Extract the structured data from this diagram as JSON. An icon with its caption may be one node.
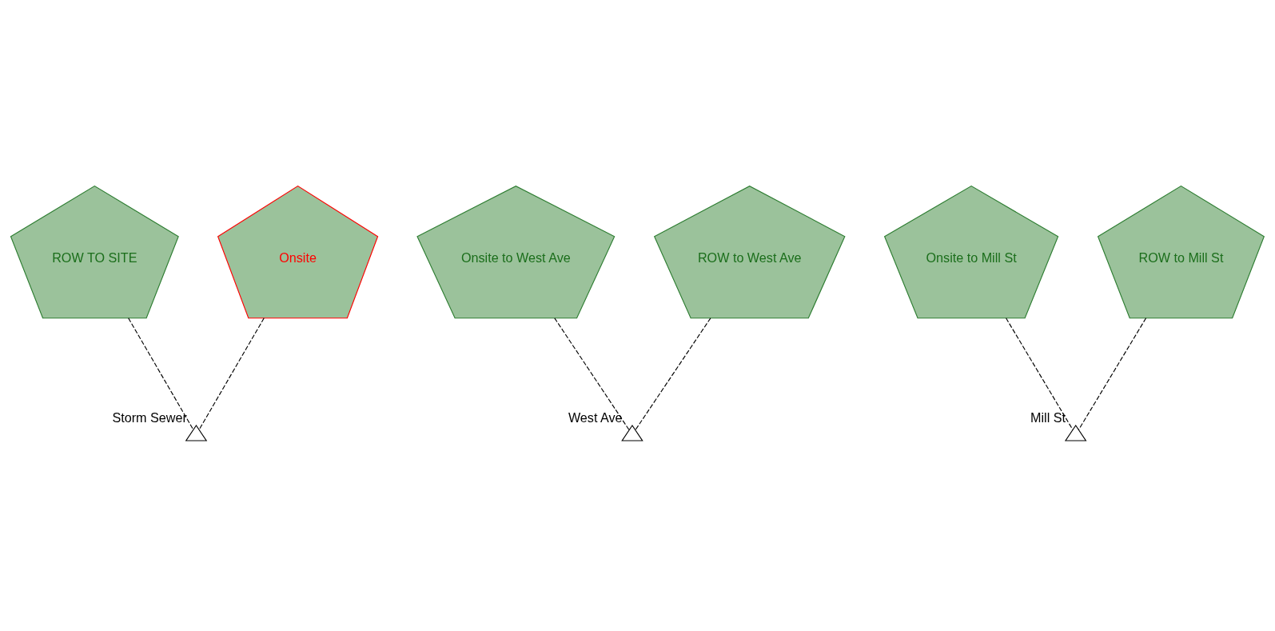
{
  "diagram": {
    "nodes": [
      {
        "text": [
          "ROW TO SITE"
        ]
      },
      {
        "text": [
          "Onsite"
        ]
      },
      {
        "text": [
          "Onsite to West Ave"
        ]
      },
      {
        "text": [
          "Onsite to Mill St"
        ]
      },
      {
        "text": [],
        "shape": "triangle",
        "beside": [
          "West Ave"
        ]
      },
      {
        "text": [],
        "shape": "triangle",
        "beside": [
          "Mill St"
        ]
      },
      {
        "text": [
          "ROW to West Ave"
        ]
      },
      {
        "text": [
          "ROW to Mill St"
        ]
      },
      {
        "text": [],
        "shape": "triangle",
        "beside": [
          "Storm Sewer"
        ]
      }
    ],
    "edges": [
      {
        "from": 0,
        "to": 8,
        "arrow": "none",
        "style": "dashed"
      },
      {
        "from": 1,
        "to": 8,
        "arrow": "none",
        "style": "dashed"
      },
      {
        "from": 2,
        "to": 4,
        "arrow": "none",
        "style": "dashed"
      },
      {
        "from": 6,
        "to": 4,
        "arrow": "none",
        "style": "dashed"
      },
      {
        "from": 3,
        "to": 5,
        "arrow": "none",
        "style": "dashed"
      },
      {
        "from": 7,
        "to": 5,
        "arrow": "none",
        "style": "dashed"
      }
    ]
  }
}
